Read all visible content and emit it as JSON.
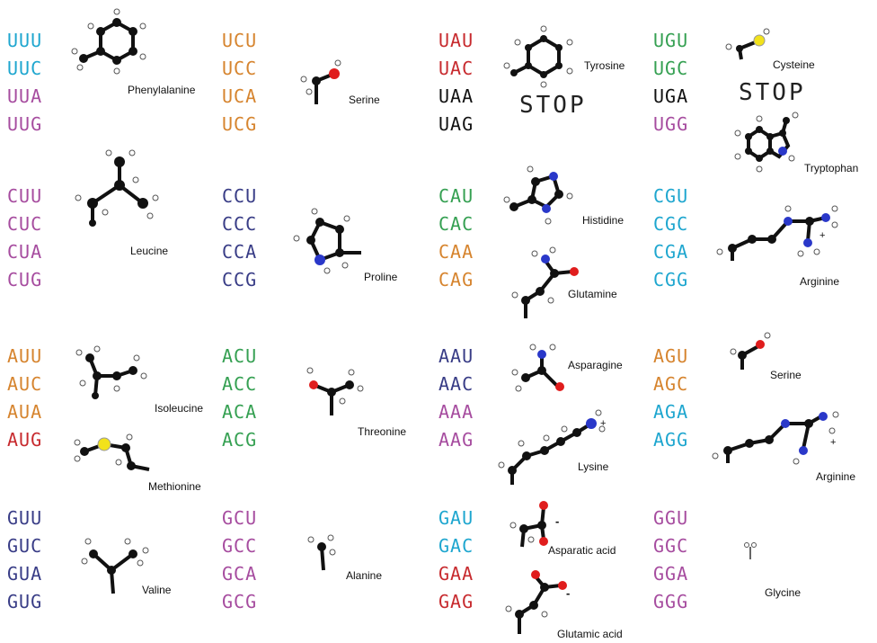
{
  "colors": {
    "cyan": "#1ea6cf",
    "magenta": "#a64c9f",
    "orange": "#d6842e",
    "red": "#c72a2e",
    "green": "#35a052",
    "navy": "#383c86",
    "black": "#111111"
  },
  "codon_groups": [
    {
      "id": "g-uux",
      "codons": [
        {
          "text": "UUU",
          "color": "cyan"
        },
        {
          "text": "UUC",
          "color": "cyan"
        },
        {
          "text": "UUA",
          "color": "magenta"
        },
        {
          "text": "UUG",
          "color": "magenta"
        }
      ]
    },
    {
      "id": "g-ucx",
      "codons": [
        {
          "text": "UCU",
          "color": "orange"
        },
        {
          "text": "UCC",
          "color": "orange"
        },
        {
          "text": "UCA",
          "color": "orange"
        },
        {
          "text": "UCG",
          "color": "orange"
        }
      ]
    },
    {
      "id": "g-uax",
      "codons": [
        {
          "text": "UAU",
          "color": "red"
        },
        {
          "text": "UAC",
          "color": "red"
        },
        {
          "text": "UAA",
          "color": "black"
        },
        {
          "text": "UAG",
          "color": "black"
        }
      ]
    },
    {
      "id": "g-ugx",
      "codons": [
        {
          "text": "UGU",
          "color": "green"
        },
        {
          "text": "UGC",
          "color": "green"
        },
        {
          "text": "UGA",
          "color": "black"
        },
        {
          "text": "UGG",
          "color": "magenta"
        }
      ]
    },
    {
      "id": "g-cux",
      "codons": [
        {
          "text": "CUU",
          "color": "magenta"
        },
        {
          "text": "CUC",
          "color": "magenta"
        },
        {
          "text": "CUA",
          "color": "magenta"
        },
        {
          "text": "CUG",
          "color": "magenta"
        }
      ]
    },
    {
      "id": "g-ccx",
      "codons": [
        {
          "text": "CCU",
          "color": "navy"
        },
        {
          "text": "CCC",
          "color": "navy"
        },
        {
          "text": "CCA",
          "color": "navy"
        },
        {
          "text": "CCG",
          "color": "navy"
        }
      ]
    },
    {
      "id": "g-cax",
      "codons": [
        {
          "text": "CAU",
          "color": "green"
        },
        {
          "text": "CAC",
          "color": "green"
        },
        {
          "text": "CAA",
          "color": "orange"
        },
        {
          "text": "CAG",
          "color": "orange"
        }
      ]
    },
    {
      "id": "g-cgx",
      "codons": [
        {
          "text": "CGU",
          "color": "cyan"
        },
        {
          "text": "CGC",
          "color": "cyan"
        },
        {
          "text": "CGA",
          "color": "cyan"
        },
        {
          "text": "CGG",
          "color": "cyan"
        }
      ]
    },
    {
      "id": "g-aux",
      "codons": [
        {
          "text": "AUU",
          "color": "orange"
        },
        {
          "text": "AUC",
          "color": "orange"
        },
        {
          "text": "AUA",
          "color": "orange"
        },
        {
          "text": "AUG",
          "color": "red"
        }
      ]
    },
    {
      "id": "g-acx",
      "codons": [
        {
          "text": "ACU",
          "color": "green"
        },
        {
          "text": "ACC",
          "color": "green"
        },
        {
          "text": "ACA",
          "color": "green"
        },
        {
          "text": "ACG",
          "color": "green"
        }
      ]
    },
    {
      "id": "g-aax",
      "codons": [
        {
          "text": "AAU",
          "color": "navy"
        },
        {
          "text": "AAC",
          "color": "navy"
        },
        {
          "text": "AAA",
          "color": "magenta"
        },
        {
          "text": "AAG",
          "color": "magenta"
        }
      ]
    },
    {
      "id": "g-agx",
      "codons": [
        {
          "text": "AGU",
          "color": "orange"
        },
        {
          "text": "AGC",
          "color": "orange"
        },
        {
          "text": "AGA",
          "color": "cyan"
        },
        {
          "text": "AGG",
          "color": "cyan"
        }
      ]
    },
    {
      "id": "g-gux",
      "codons": [
        {
          "text": "GUU",
          "color": "navy"
        },
        {
          "text": "GUC",
          "color": "navy"
        },
        {
          "text": "GUA",
          "color": "navy"
        },
        {
          "text": "GUG",
          "color": "navy"
        }
      ]
    },
    {
      "id": "g-gcx",
      "codons": [
        {
          "text": "GCU",
          "color": "magenta"
        },
        {
          "text": "GCC",
          "color": "magenta"
        },
        {
          "text": "GCA",
          "color": "magenta"
        },
        {
          "text": "GCG",
          "color": "magenta"
        }
      ]
    },
    {
      "id": "g-gax",
      "codons": [
        {
          "text": "GAU",
          "color": "cyan"
        },
        {
          "text": "GAC",
          "color": "cyan"
        },
        {
          "text": "GAA",
          "color": "red"
        },
        {
          "text": "GAG",
          "color": "red"
        }
      ]
    },
    {
      "id": "g-ggx",
      "codons": [
        {
          "text": "GGU",
          "color": "magenta"
        },
        {
          "text": "GGC",
          "color": "magenta"
        },
        {
          "text": "GGA",
          "color": "magenta"
        },
        {
          "text": "GGG",
          "color": "magenta"
        }
      ]
    }
  ],
  "amino_acids": {
    "phenylalanine": "Phenylalanine",
    "serine_1": "Serine",
    "tyrosine": "Tyrosine",
    "cysteine": "Cysteine",
    "tryptophan": "Tryptophan",
    "leucine": "Leucine",
    "proline": "Proline",
    "histidine": "Histidine",
    "glutamine": "Glutamine",
    "arginine_1": "Arginine",
    "isoleucine": "Isoleucine",
    "methionine": "Methionine",
    "threonine": "Threonine",
    "asparagine": "Asparagine",
    "lysine": "Lysine",
    "serine_2": "Serine",
    "arginine_2": "Arginine",
    "valine": "Valine",
    "alanine": "Alanine",
    "asparatic_acid": "Asparatic acid",
    "glutamic_acid": "Glutamic acid",
    "glycine": "Glycine"
  },
  "stop_labels": {
    "stop_1": "STOP",
    "stop_2": "STOP"
  },
  "charge_symbols": {
    "minus": "-",
    "plus": "+"
  }
}
